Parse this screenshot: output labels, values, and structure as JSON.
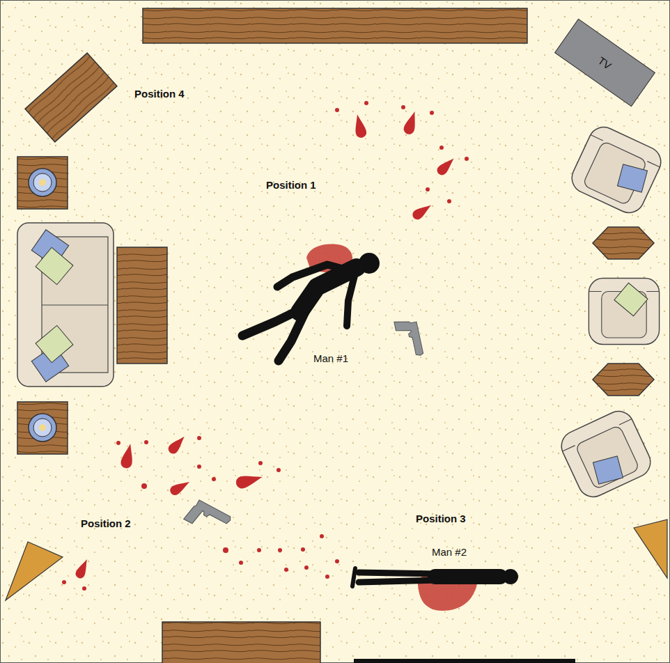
{
  "diagram": {
    "nodes": [
      {
        "text": [
          "TV"
        ]
      }
    ],
    "labels": [
      "Position 4",
      "Position 1",
      "Position 2",
      "Position 3",
      "Man #1",
      "Man #2"
    ]
  }
}
